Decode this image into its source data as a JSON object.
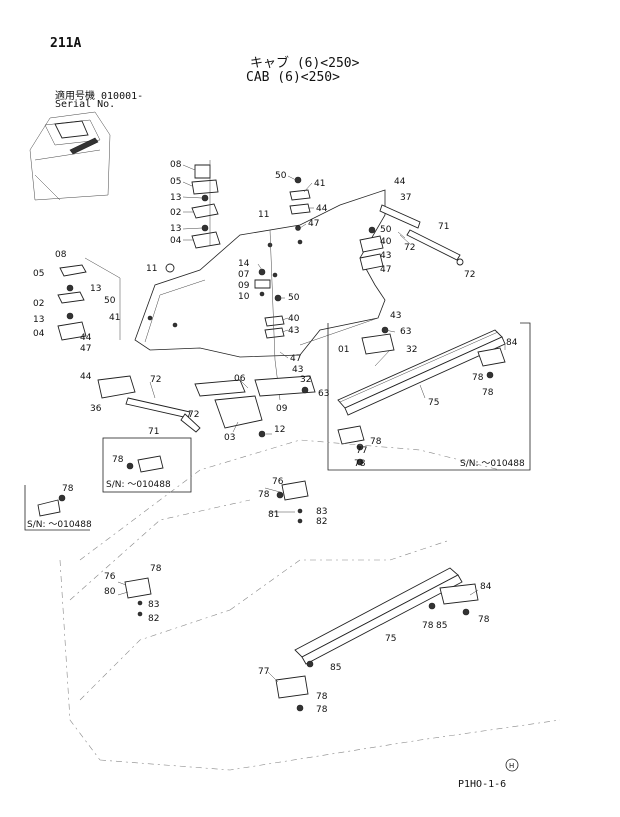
{
  "header": {
    "page_number": "211A",
    "title_jp": "キャブ (6)<250>",
    "title_en": "CAB (6)<250>",
    "applicable_model_jp": "適用号機 010001-",
    "serial_no_label": "Serial No."
  },
  "footer": {
    "page_code": "P1HO-1-6"
  },
  "callouts": {
    "c08a": "08",
    "c05a": "05",
    "c13a": "13",
    "c02a": "02",
    "c13b": "13",
    "c04a": "04",
    "c08b": "08",
    "c05b": "05",
    "c13c": "13",
    "c02b": "02",
    "c13d": "13",
    "c04b": "04",
    "c50a": "50",
    "c41a": "41",
    "c44a": "44",
    "c47a": "47",
    "c11a": "11",
    "c11b": "11",
    "c14": "14",
    "c07": "07",
    "c09a": "09",
    "c10": "10",
    "c50b": "50",
    "c40a": "40",
    "c43a": "43",
    "c47b": "47",
    "c01": "01",
    "c50c": "50",
    "c41b": "41",
    "c44b": "44",
    "c47c": "47",
    "c44c": "44",
    "c37": "37",
    "c71a": "71",
    "c72a": "72",
    "c50d": "50",
    "c40b": "40",
    "c72b": "72",
    "c43b": "43",
    "c47d": "47",
    "c43c": "43",
    "c63a": "63",
    "c32a": "32",
    "c44d": "44",
    "c72c": "72",
    "c36": "36",
    "c71b": "71",
    "c72d": "72",
    "c06": "06",
    "c03": "03",
    "c12": "12",
    "c43d": "43",
    "c32b": "32",
    "c63b": "63",
    "c09b": "09",
    "c84a": "84",
    "c75a": "75",
    "c78a": "78",
    "c78b": "78",
    "c78c": "78",
    "c77a": "77",
    "c78d": "78",
    "c78e": "78",
    "c78f": "78",
    "c76a": "76",
    "c78g": "78",
    "c81": "81",
    "c83a": "83",
    "c82a": "82",
    "c76b": "76",
    "c78h": "78",
    "c80": "80",
    "c83b": "83",
    "c82b": "82",
    "c84b": "84",
    "c75b": "75",
    "c78i": "78",
    "c85a": "85",
    "c78j": "78",
    "c77b": "77",
    "c85b": "85",
    "c78k": "78",
    "c78l": "78"
  },
  "serial_notes": {
    "box_right": "S/N: ～010488",
    "box_mid": "S/N: ～010488",
    "box_left": "S/N: ～010488"
  },
  "logo_mark": "H"
}
